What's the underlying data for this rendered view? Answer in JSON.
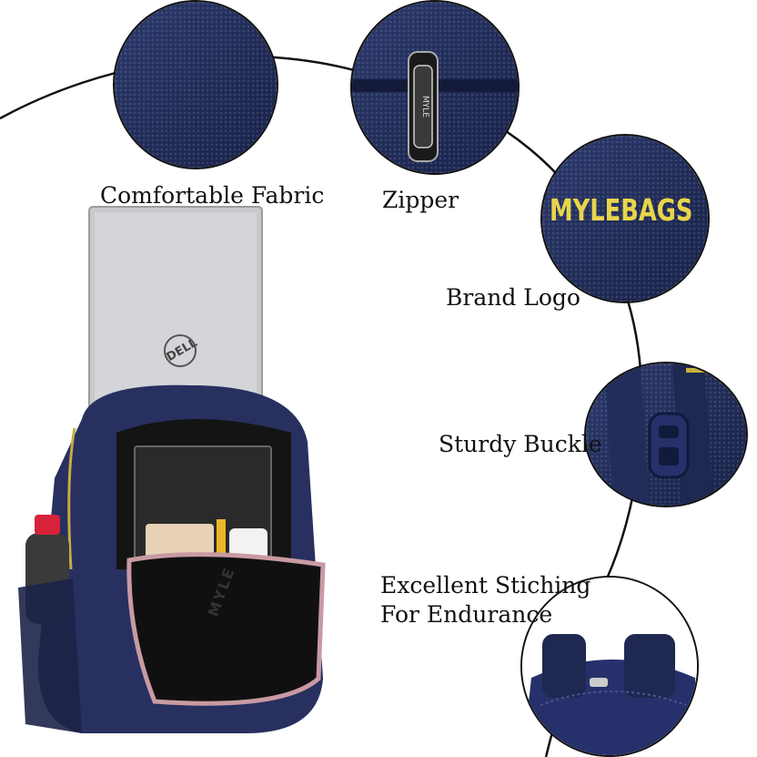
{
  "callouts": {
    "fabric": "Comfortable Fabric",
    "zipper": "Zipper",
    "brand_logo": "Brand Logo",
    "buckle": "Sturdy Buckle",
    "stitching_line1": "Excellent Stiching",
    "stitching_line2": "For Endurance"
  },
  "brand": {
    "logo_text": "MYLEBAGS",
    "logo_color": "#e8d54a",
    "bag_color": "#2a3566"
  },
  "laptop": {
    "badge_text": "DELL"
  },
  "pocket_print": {
    "text": "MYLE"
  }
}
